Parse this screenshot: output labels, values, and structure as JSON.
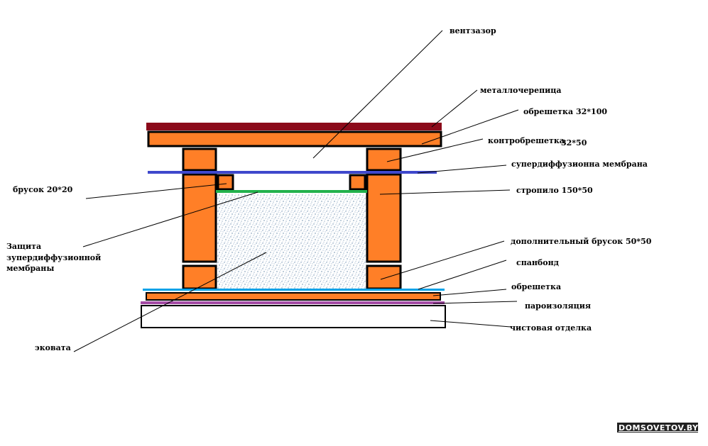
{
  "labels": {
    "ventzazor": "вентзазор",
    "metallocherepitsa": "металлочерепица",
    "obreshetka_top": "обрешетка",
    "obreshetka_top_size": "32*100",
    "kontrobreshetka": "контробрешетка",
    "kontrobreshetka_size": "32*50",
    "superdiff_membrana": "супердиффузионна мембрана",
    "brusok_20": "брусок 20*20",
    "stropilo": "стропило 150*50",
    "zashchita_line1": "Защита",
    "zashchita_line2": "зупердиффузионной",
    "zashchita_line3": "мембраны",
    "dop_brusok": "дополнительный брусок  50*50",
    "spanbond": "спанбонд",
    "obreshetka_bottom": "обрешетка",
    "paroizolyatsiya": "пароизоляция",
    "chistovaya_otdelka": "чистовая отделка",
    "ekovata": "эковата"
  },
  "watermark": "DOMSOVETOV.BY",
  "colors": {
    "roof_tile": "#8b0a1a",
    "wood": "#ff7f27",
    "wood_outline": "#000000",
    "superdiffusion_membrane": "#3f48cc",
    "membrane_protection": "#22b14c",
    "spunbond": "#00a2e8",
    "vapor_barrier": "#a349a4",
    "finish": "#ffffff",
    "ecowool": "#6f8fb0"
  }
}
